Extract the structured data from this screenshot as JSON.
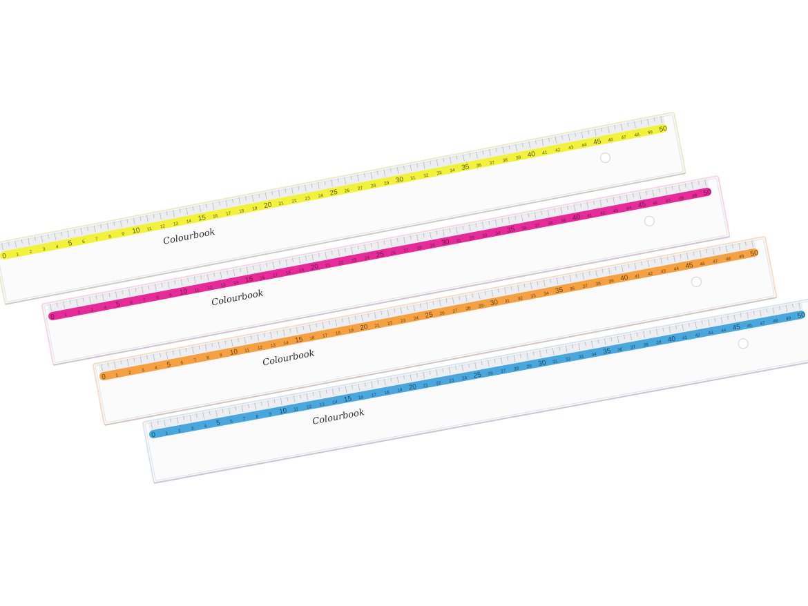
{
  "scene": {
    "background": "#ffffff",
    "brand_label": "Colourbook",
    "tick_range": [
      0,
      50
    ],
    "rulers": [
      {
        "name": "yellow",
        "stripe_color": "#f2f23a",
        "number_color": "#5a5a10",
        "edge_tint": "#e9ecc8"
      },
      {
        "name": "pink",
        "stripe_color": "#e8299a",
        "number_color": "#6b1a45",
        "edge_tint": "#f4d6e4"
      },
      {
        "name": "orange",
        "stripe_color": "#f5a142",
        "number_color": "#6a4310",
        "edge_tint": "#f6dcc6"
      },
      {
        "name": "blue",
        "stripe_color": "#4aa7de",
        "number_color": "#1e4a66",
        "edge_tint": "#d6e4ee"
      }
    ]
  }
}
